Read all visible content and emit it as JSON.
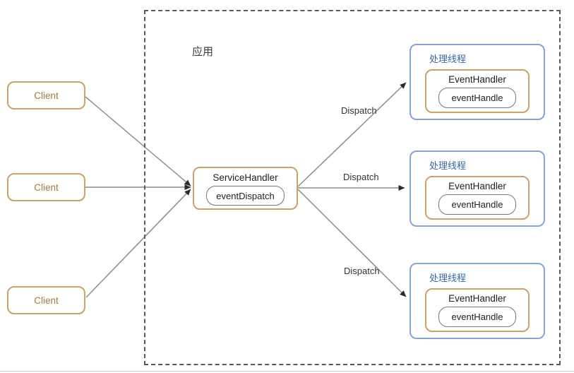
{
  "diagram": {
    "app_container": {
      "label": "应用"
    },
    "clients": [
      {
        "label": "Client"
      },
      {
        "label": "Client"
      },
      {
        "label": "Client"
      }
    ],
    "service_handler": {
      "title": "ServiceHandler",
      "dispatcher": "eventDispatch"
    },
    "threads": [
      {
        "label": "处理线程",
        "handler_title": "EventHandler",
        "method": "eventHandle"
      },
      {
        "label": "处理线程",
        "handler_title": "EventHandler",
        "method": "eventHandle"
      },
      {
        "label": "处理线程",
        "handler_title": "EventHandler",
        "method": "eventHandle"
      }
    ],
    "arrows": {
      "dispatch_labels": [
        "Dispatch",
        "Dispatch",
        "Dispatch"
      ]
    },
    "colors": {
      "tan_border": "#CBA268",
      "tan_text": "#9E7B42",
      "blue_border": "#86A4D6",
      "blue_text": "#3A66A7",
      "inner_gray_border": "#777777",
      "dashed_border": "#5A5A5A",
      "arrow_line": "#8C8C8C",
      "arrow_head": "#2B2B2B",
      "text": "#222222"
    }
  }
}
